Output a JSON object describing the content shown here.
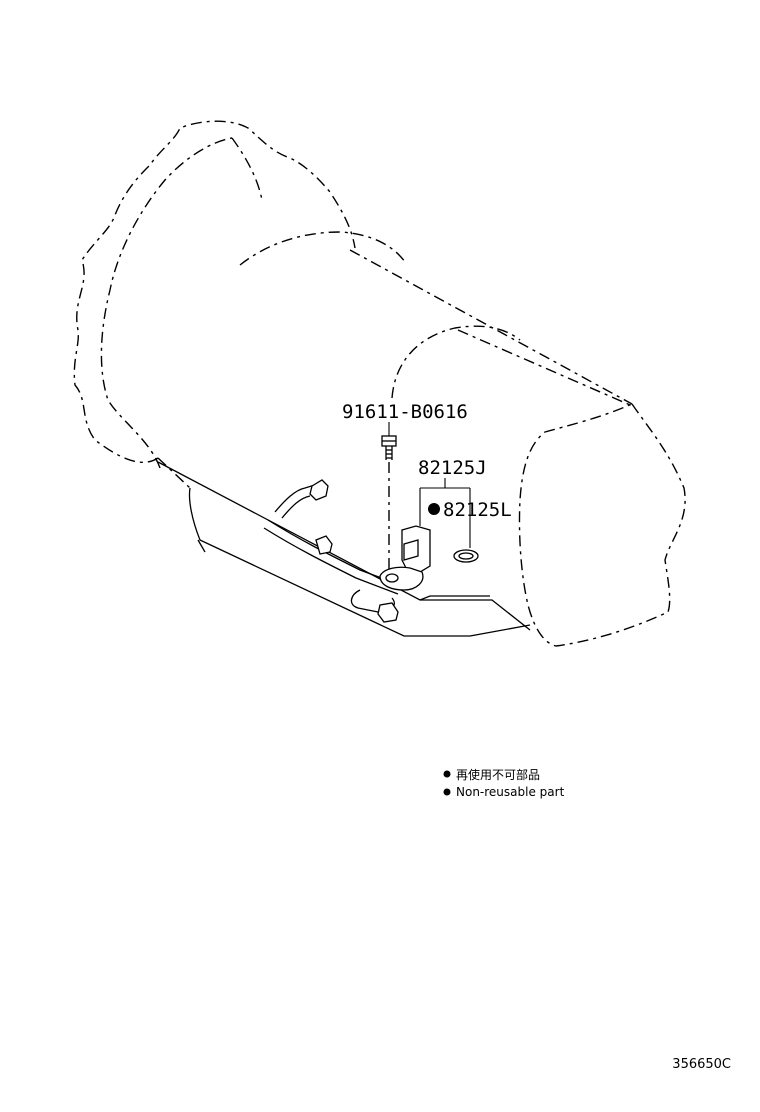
{
  "parts": {
    "bolt": "91611-B0616",
    "sensor": "82125J",
    "gasket": "82125L"
  },
  "legend": {
    "japanese": "再使用不可部品",
    "english": "Non-reusable part"
  },
  "figure_number": "356650C"
}
